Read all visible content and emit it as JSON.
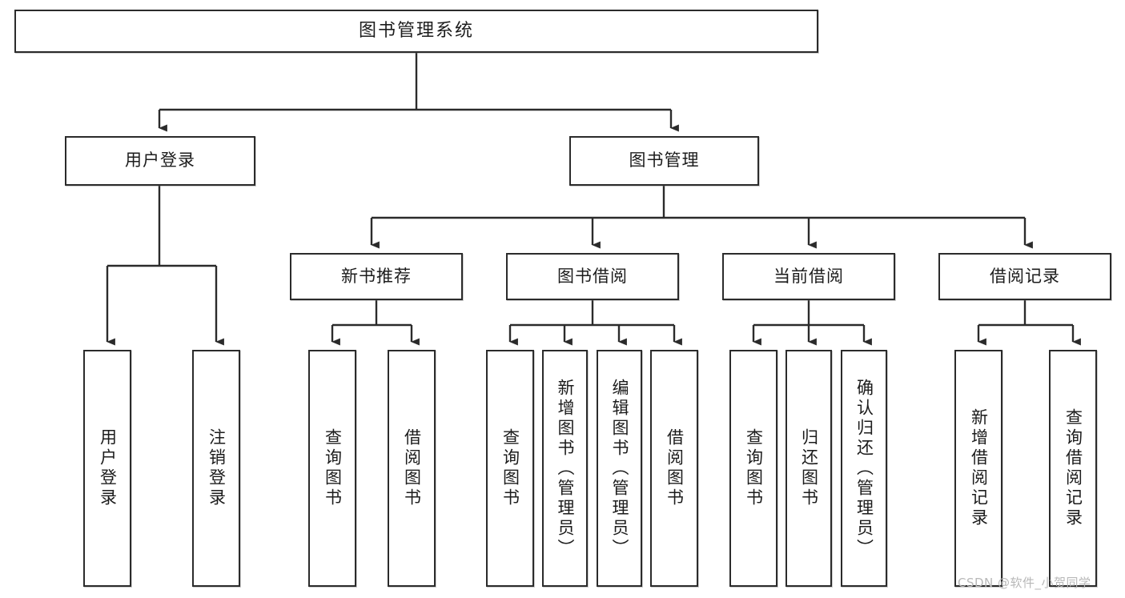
{
  "diagram": {
    "title": "图书管理系统",
    "type": "tree-hierarchy",
    "root": {
      "id": "root",
      "label": "图书管理系统",
      "orientation": "horizontal"
    },
    "level2": [
      {
        "id": "user-login",
        "label": "用户登录",
        "orientation": "horizontal"
      },
      {
        "id": "book-manage",
        "label": "图书管理",
        "orientation": "horizontal"
      }
    ],
    "level3": [
      {
        "id": "new-book-recommend",
        "label": "新书推荐",
        "orientation": "horizontal",
        "parent": "book-manage"
      },
      {
        "id": "book-borrow",
        "label": "图书借阅",
        "orientation": "horizontal",
        "parent": "book-manage"
      },
      {
        "id": "current-borrow",
        "label": "当前借阅",
        "orientation": "horizontal",
        "parent": "book-manage"
      },
      {
        "id": "borrow-record",
        "label": "借阅记录",
        "orientation": "horizontal",
        "parent": "book-manage"
      }
    ],
    "leaves": [
      {
        "id": "leaf-user-login",
        "label": "用户登录",
        "parent": "user-login"
      },
      {
        "id": "leaf-logout-login",
        "label": "注销登录",
        "parent": "user-login"
      },
      {
        "id": "leaf-query-book-1",
        "label": "查询图书",
        "parent": "new-book-recommend"
      },
      {
        "id": "leaf-borrow-book-1",
        "label": "借阅图书",
        "parent": "new-book-recommend"
      },
      {
        "id": "leaf-query-book-2",
        "label": "查询图书",
        "parent": "book-borrow"
      },
      {
        "id": "leaf-add-book-admin",
        "label": "新增图书（管理员）",
        "parent": "book-borrow"
      },
      {
        "id": "leaf-edit-book-admin",
        "label": "编辑图书（管理员）",
        "parent": "book-borrow"
      },
      {
        "id": "leaf-borrow-book-2",
        "label": "借阅图书",
        "parent": "book-borrow"
      },
      {
        "id": "leaf-query-book-3",
        "label": "查询图书",
        "parent": "current-borrow"
      },
      {
        "id": "leaf-return-book",
        "label": "归还图书",
        "parent": "current-borrow"
      },
      {
        "id": "leaf-confirm-return",
        "label": "确认归还（管理员）",
        "parent": "current-borrow"
      },
      {
        "id": "leaf-add-record",
        "label": "新增借阅记录",
        "parent": "borrow-record"
      },
      {
        "id": "leaf-query-record",
        "label": "查询借阅记录",
        "parent": "borrow-record"
      }
    ],
    "colors": {
      "stroke": "#2b2b2b",
      "fill": "#ffffff",
      "text": "#1c1c1c",
      "watermark": "#b8b8b8"
    }
  },
  "watermark": {
    "text": "CSDN @软件_小贺同学"
  }
}
